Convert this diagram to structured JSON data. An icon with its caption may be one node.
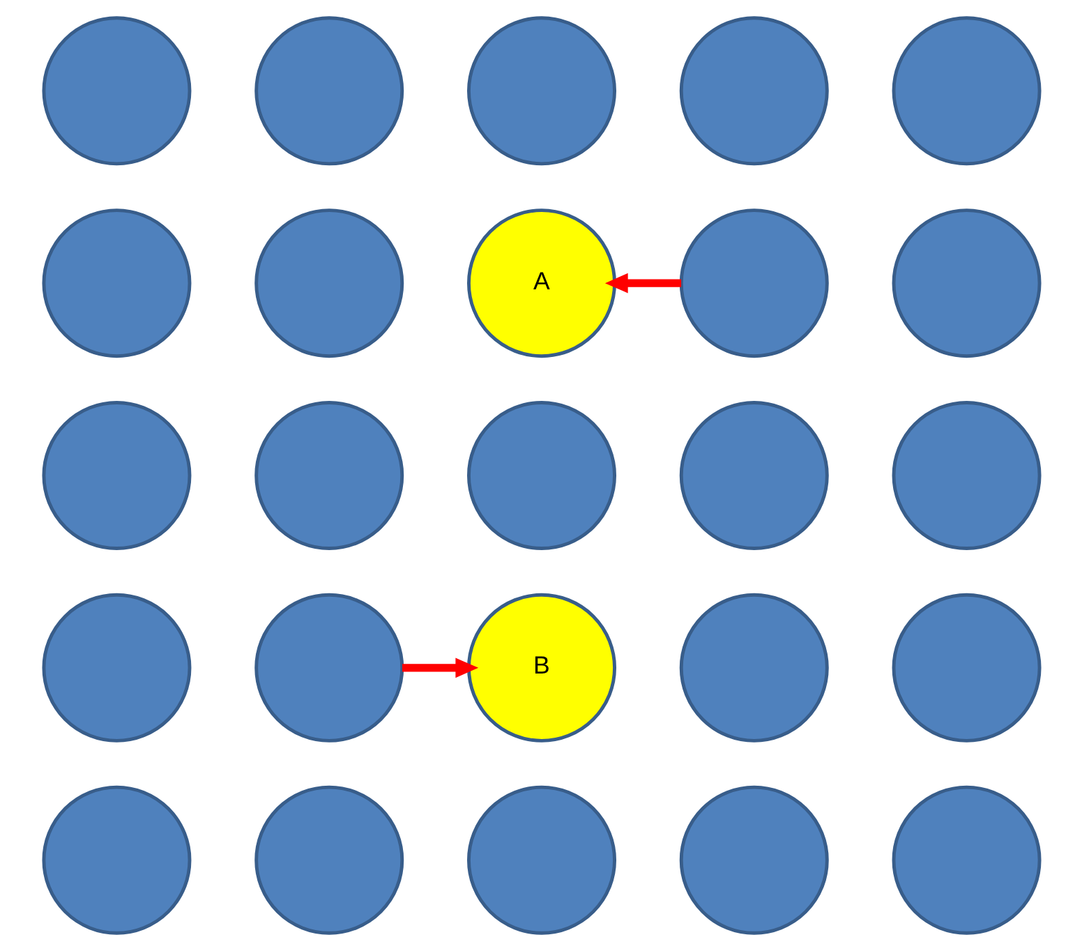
{
  "diagram": {
    "nodes": [
      {
        "text": [],
        "shape": "circle"
      },
      {
        "text": [],
        "shape": "circle"
      },
      {
        "text": [],
        "shape": "circle"
      },
      {
        "text": [],
        "shape": "circle"
      },
      {
        "text": [],
        "shape": "circle"
      },
      {
        "text": [],
        "shape": "circle"
      },
      {
        "text": [],
        "shape": "circle"
      },
      {
        "text": [
          "A"
        ]
      },
      {
        "text": [],
        "shape": "circle"
      },
      {
        "text": [],
        "shape": "circle"
      },
      {
        "text": [],
        "shape": "circle"
      },
      {
        "text": [],
        "shape": "circle"
      },
      {
        "text": [],
        "shape": "circle"
      },
      {
        "text": [],
        "shape": "circle"
      },
      {
        "text": [],
        "shape": "circle"
      },
      {
        "text": [],
        "shape": "circle"
      },
      {
        "text": [],
        "shape": "circle"
      },
      {
        "text": [
          "B"
        ]
      },
      {
        "text": [],
        "shape": "circle"
      },
      {
        "text": [],
        "shape": "circle"
      },
      {
        "text": [],
        "shape": "circle"
      },
      {
        "text": [],
        "shape": "circle"
      },
      {
        "text": [],
        "shape": "circle"
      },
      {
        "text": [],
        "shape": "circle"
      },
      {
        "text": [],
        "shape": "circle"
      }
    ],
    "edges": [
      {
        "from": 8,
        "to": 7,
        "arrow": "to"
      },
      {
        "from": 16,
        "to": 17,
        "arrow": "to"
      }
    ]
  }
}
